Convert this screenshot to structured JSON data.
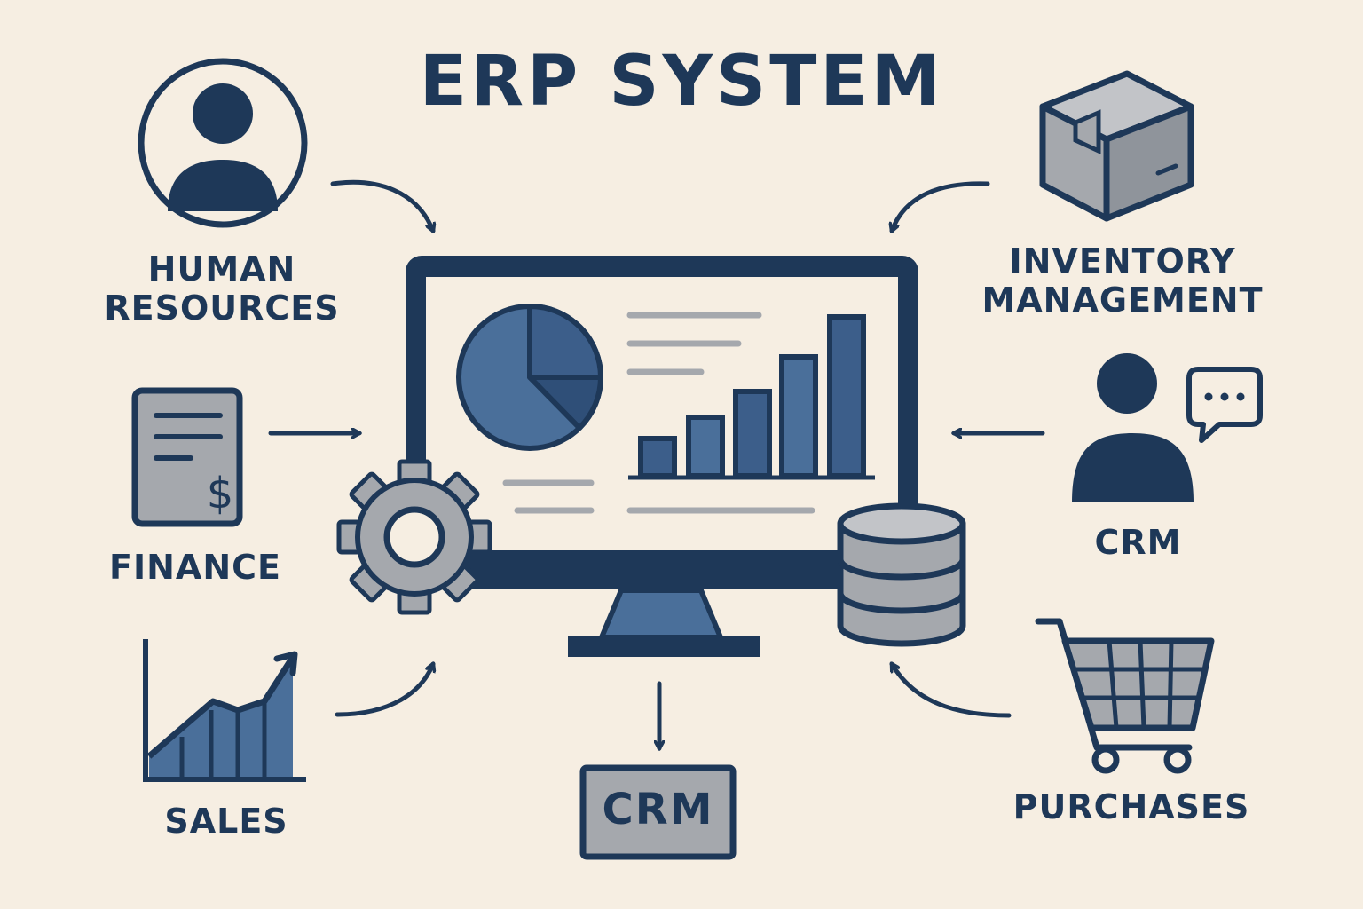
{
  "title": "ERP SYSTEM",
  "modules": {
    "human_resources": {
      "line1": "HUMAN",
      "line2": "RESOURCES",
      "icon": "person-circle-icon"
    },
    "finance": {
      "label": "FINANCE",
      "icon": "invoice-dollar-icon"
    },
    "sales": {
      "label": "SALES",
      "icon": "rising-area-chart-icon"
    },
    "inventory": {
      "line1": "INVENTORY",
      "line2": "MANAGEMENT",
      "icon": "package-box-icon"
    },
    "crm_right": {
      "label": "CRM",
      "icon": "person-chat-icon"
    },
    "purchases": {
      "label": "PURCHASES",
      "icon": "shopping-cart-icon"
    },
    "crm_bottom": {
      "label": "CRM"
    }
  },
  "center": {
    "icon": "monitor-dashboard-icon",
    "gear_icon": "gear-icon",
    "database_icon": "database-icon"
  },
  "colors": {
    "background": "#f6eee2",
    "navy": "#1e3858",
    "blue": "#4a6f9a",
    "gray": "#a5a8ad",
    "light_gray": "#c2c4c8"
  }
}
